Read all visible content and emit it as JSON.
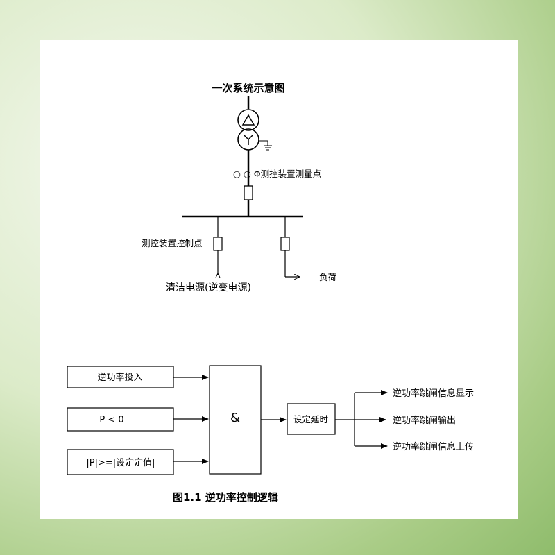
{
  "primary_system": {
    "title": "一次系统示意图",
    "measure_point_label": "○ ○ Φ测控装置测量点",
    "control_point_label": "测控装置控制点",
    "clean_source_label": "清洁电源(逆变电源)",
    "load_label": "负荷"
  },
  "logic": {
    "inputs": [
      "逆功率投入",
      "P < 0",
      "|P|>=|设定定值|"
    ],
    "and_symbol": "&",
    "delay_label": "设定延时",
    "outputs": [
      "逆功率跳闸信息显示",
      "逆功率跳闸输出",
      "逆功率跳闸信息上传"
    ],
    "caption": "图1.1  逆功率控制逻辑"
  }
}
